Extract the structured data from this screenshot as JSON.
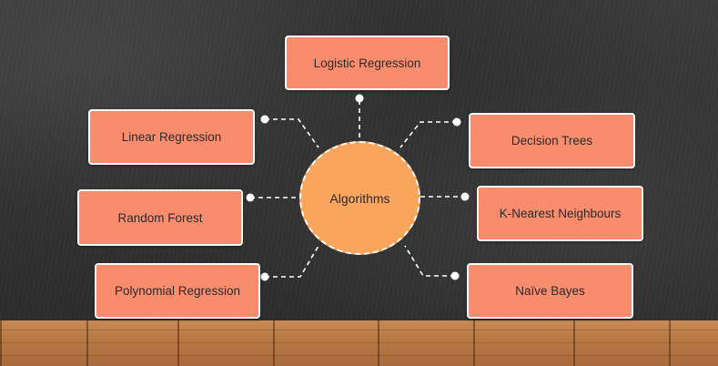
{
  "diagram": {
    "center": {
      "label": "Algorithms"
    },
    "nodes": [
      {
        "id": "logistic",
        "label": "Logistic Regression"
      },
      {
        "id": "linear",
        "label": "Linear Regression"
      },
      {
        "id": "decision",
        "label": "Decision Trees"
      },
      {
        "id": "random",
        "label": "Random Forest"
      },
      {
        "id": "knn",
        "label": "K-Nearest Neighbours"
      },
      {
        "id": "polynomial",
        "label": "Polynomial Regression"
      },
      {
        "id": "naive",
        "label": "Naïve Bayes"
      }
    ],
    "colors": {
      "node_fill": "#fa8c6e",
      "center_fill": "#f9a65c",
      "border": "#ffffff",
      "board": "#333333",
      "floor": "#b87a45"
    }
  }
}
